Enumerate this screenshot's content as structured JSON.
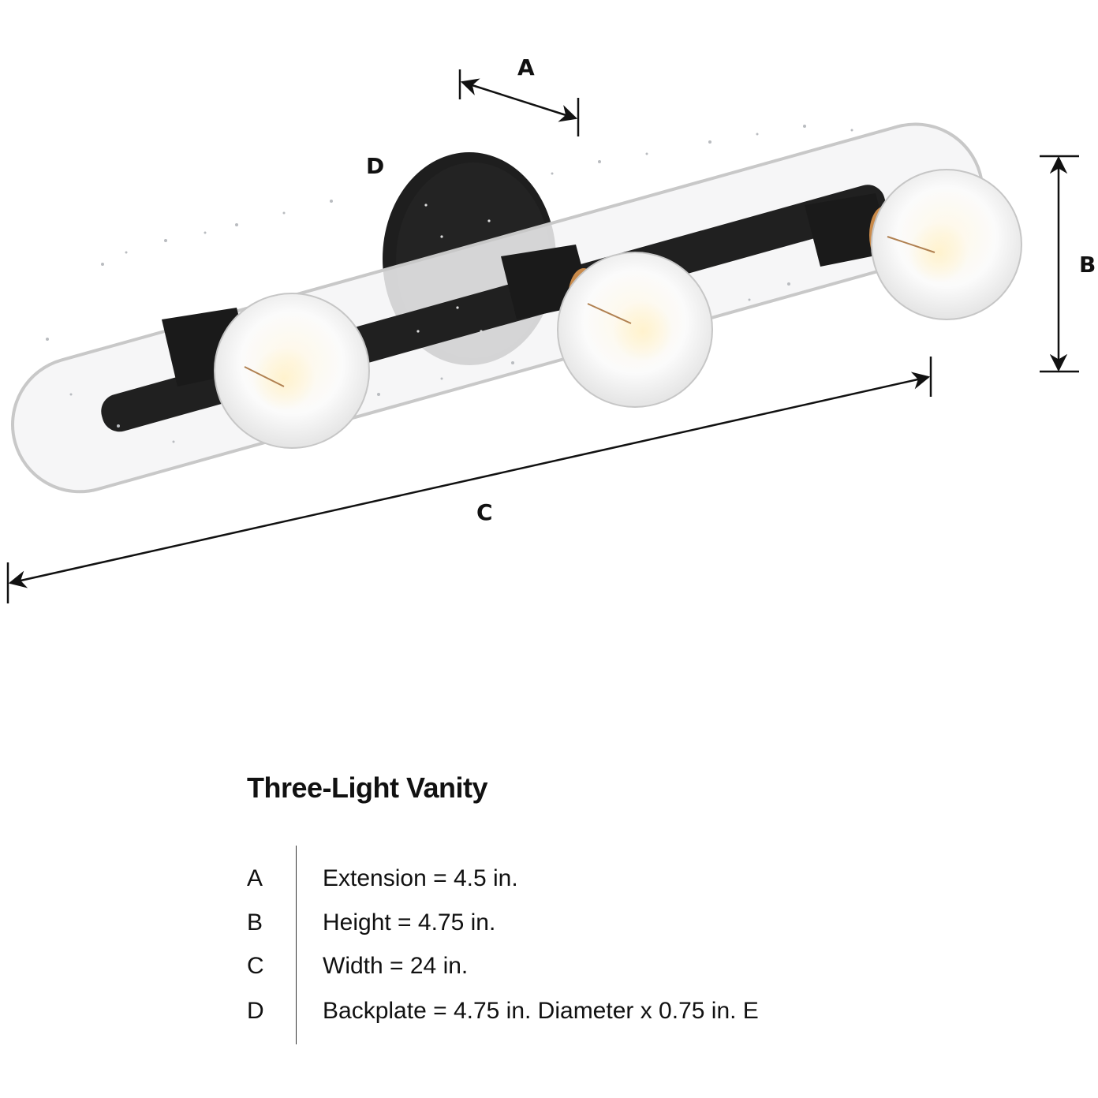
{
  "diagram": {
    "labels": {
      "A": "A",
      "B": "B",
      "C": "C",
      "D": "D"
    },
    "colors": {
      "fixture_black": "#1c1c1c",
      "glass": "#f3f4f5",
      "glass_edge": "#c9c9c9",
      "brass": "#c98a4a",
      "dimension_line": "#111111"
    }
  },
  "specs": {
    "title": "Three-Light Vanity",
    "rows": [
      {
        "key": "A",
        "value": "Extension = 4.5 in."
      },
      {
        "key": "B",
        "value": "Height = 4.75 in."
      },
      {
        "key": "C",
        "value": "Width = 24 in."
      },
      {
        "key": "D",
        "value": "Backplate = 4.75 in. Diameter x 0.75 in. E"
      }
    ]
  }
}
